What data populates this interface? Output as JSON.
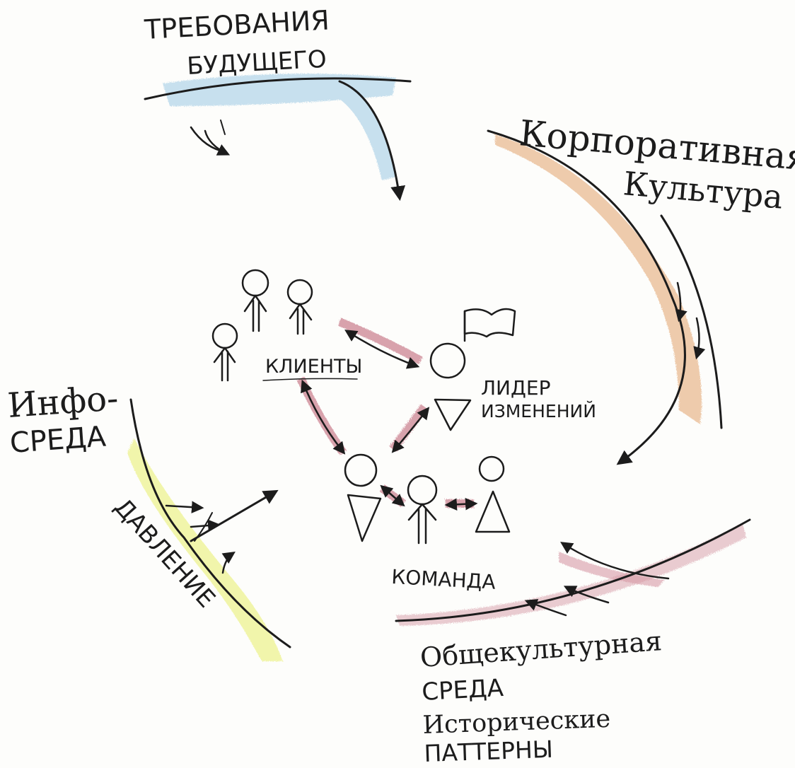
{
  "labels": {
    "future_requirements_1": "ТРЕБОВАНИЯ",
    "future_requirements_2": "БУДУЩЕГО",
    "corporate_culture_1": "Корпоративная",
    "corporate_culture_2": "Культура",
    "clients": "КЛИЕНТЫ",
    "change_leader_1": "ЛИДЕР",
    "change_leader_2": "ИЗМЕНЕНИЙ",
    "info_env_1": "Инфо-",
    "info_env_2": "СРЕДА",
    "pressure": "ДАВЛЕНИЕ",
    "team": "КОМАНДА",
    "general_culture_1": "Общекультурная",
    "general_culture_2": "СРЕДА",
    "historical_1": "Исторические",
    "historical_2": "ПАТТЕРНЫ"
  },
  "colors": {
    "ink": "#1c1c1c",
    "future_tint": "#9cc9e4",
    "corporate_tint": "#e3a36c",
    "info_tint": "#e8f06a",
    "relation_tint": "#b5485f",
    "flag": "#efc297"
  }
}
